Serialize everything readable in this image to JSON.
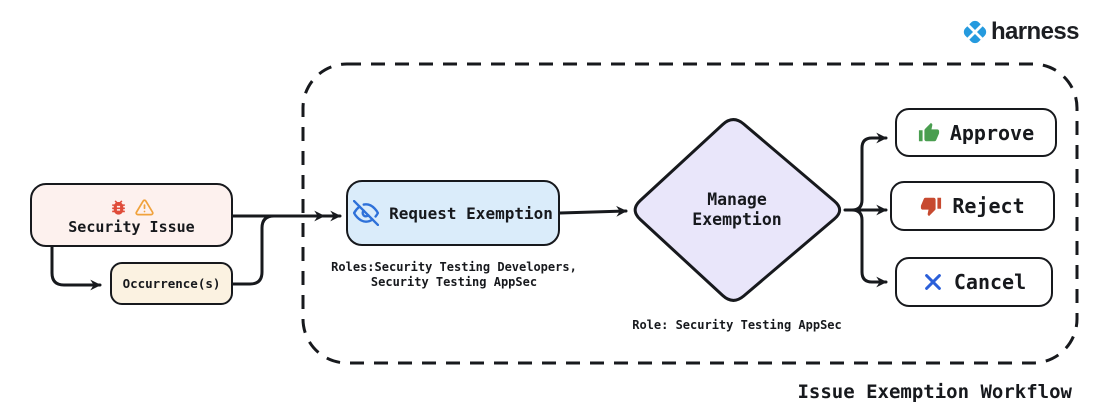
{
  "brand": {
    "wordmark": "harness",
    "blue": "#259ade"
  },
  "workflow": {
    "title": "Issue Exemption Workflow",
    "nodes": {
      "security_issue": "Security Issue",
      "occurrences": "Occurrence(s)",
      "request_exemption": "Request Exemption",
      "manage_exemption": "Manage\nExemption"
    },
    "notes": {
      "request_roles": "Roles:Security Testing Developers,\nSecurity Testing AppSec",
      "manage_role": "Role: Security Testing AppSec"
    },
    "actions": {
      "approve": "Approve",
      "reject": "Reject",
      "cancel": "Cancel"
    },
    "icons": {
      "security_issue": [
        "bug-icon",
        "warning-icon"
      ],
      "request_exemption": "eye-off-icon",
      "approve": "thumb-up-icon",
      "reject": "thumb-down-icon",
      "cancel": "x-icon",
      "brand": "harness-logo-icon"
    },
    "colors": {
      "ink": "#17191d",
      "security_issue_bg": "#fdf1ee",
      "occurrences_bg": "#fbf2e1",
      "request_exemption_bg": "#daecfa",
      "manage_exemption_bg": "#e9e6fa",
      "bug": "#e04c3a",
      "warning": "#f0a23c",
      "eye_off": "#2e71d9",
      "approve": "#4a9e50",
      "reject": "#c74a30",
      "cancel": "#2b5fd9"
    }
  }
}
